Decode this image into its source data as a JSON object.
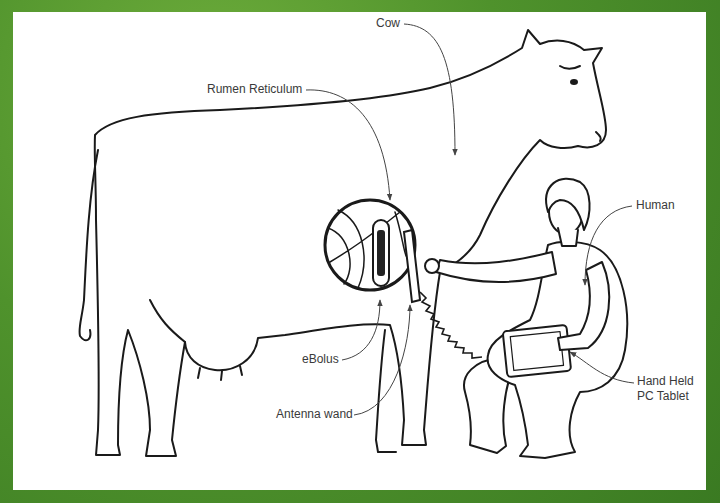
{
  "diagram": {
    "labels": [
      "Cow",
      "Rumen Reticulum",
      "Human",
      "eBolus",
      "Antenna wand",
      "Hand Held PC Tablet"
    ]
  }
}
